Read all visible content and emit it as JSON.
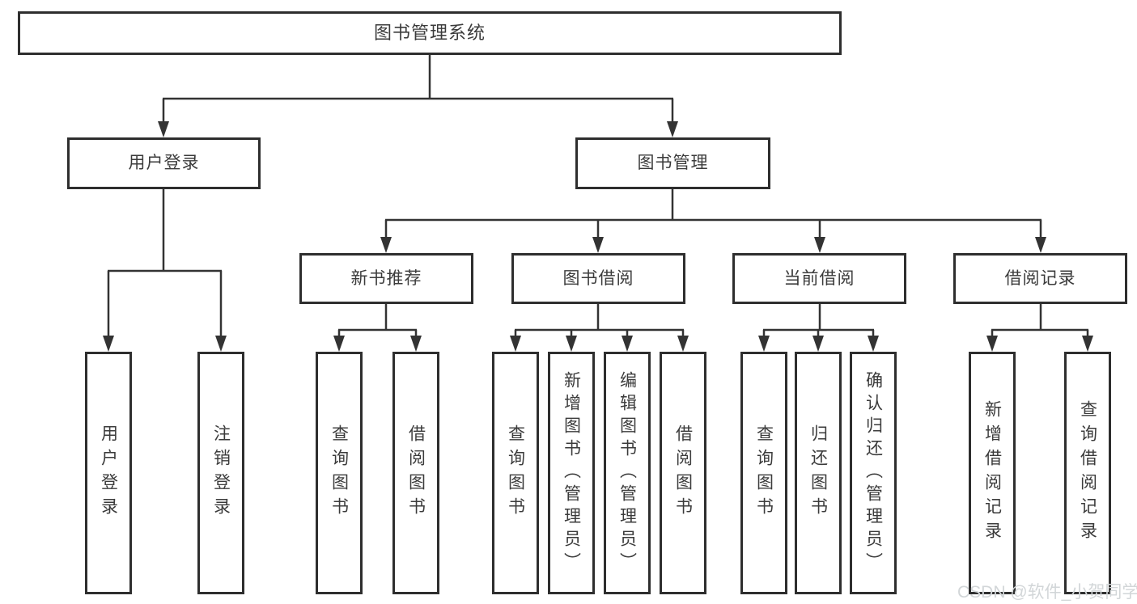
{
  "diagram_type": "hierarchy-tree",
  "colors": {
    "line": "#333333",
    "box_border": "#2e2e2e",
    "text": "#3b3b3b",
    "background": "#ffffff",
    "watermark": "#d2d6d8"
  },
  "tree": {
    "root": {
      "label": "图书管理系统"
    },
    "branches": [
      {
        "label": "用户登录",
        "children": [
          {
            "label": "用户登录"
          },
          {
            "label": "注销登录"
          }
        ]
      },
      {
        "label": "图书管理",
        "sections": [
          {
            "label": "新书推荐",
            "children": [
              {
                "label": "查询图书"
              },
              {
                "label": "借阅图书"
              }
            ]
          },
          {
            "label": "图书借阅",
            "children": [
              {
                "label": "查询图书"
              },
              {
                "label": "新增图书（管理员）"
              },
              {
                "label": "编辑图书（管理员）"
              },
              {
                "label": "借阅图书"
              }
            ]
          },
          {
            "label": "当前借阅",
            "children": [
              {
                "label": "查询图书"
              },
              {
                "label": "归还图书"
              },
              {
                "label": "确认归还（管理员）"
              }
            ]
          },
          {
            "label": "借阅记录",
            "children": [
              {
                "label": "新增借阅记录"
              },
              {
                "label": "查询借阅记录"
              }
            ]
          }
        ]
      }
    ]
  },
  "watermark": {
    "text": "CSDN @软件_小贺同学"
  }
}
